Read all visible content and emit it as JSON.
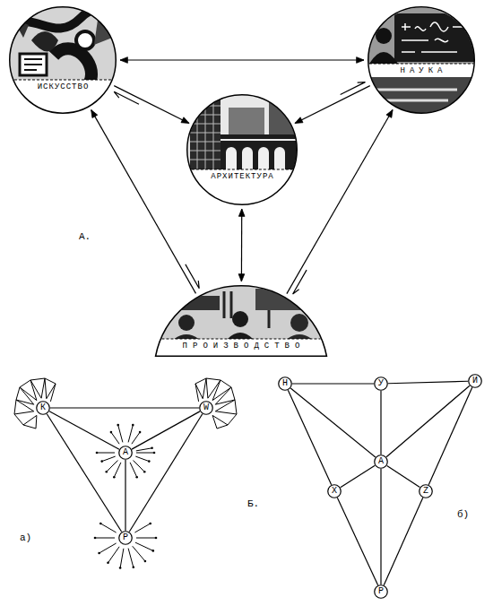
{
  "diagram": {
    "nodes": [
      {
        "text": [
          "ИСКУССТВО"
        ]
      },
      {
        "text": [
          "НАУКА"
        ]
      },
      {
        "text": [
          "АРХИТЕКТУРА"
        ]
      },
      {
        "text": [
          "ПРОИЗВОДСТВО"
        ]
      },
      {
        "text": [
          "К"
        ]
      },
      {
        "text": [
          "W"
        ]
      },
      {
        "text": [
          "А"
        ]
      },
      {
        "text": [
          "Р"
        ]
      },
      {
        "text": [
          "Н"
        ]
      },
      {
        "text": [
          "У"
        ]
      },
      {
        "text": [
          "И"
        ]
      },
      {
        "text": [
          "А"
        ]
      },
      {
        "text": [
          "Х"
        ]
      },
      {
        "text": [
          "Z"
        ]
      },
      {
        "text": [
          "Р"
        ]
      }
    ],
    "edges": [
      {
        "from": 0,
        "to": 1,
        "arrow": "both"
      },
      {
        "from": 0,
        "to": 2,
        "arrow": "both"
      },
      {
        "from": 1,
        "to": 2,
        "arrow": "both"
      },
      {
        "from": 2,
        "to": 3,
        "arrow": "both"
      },
      {
        "from": 3,
        "to": 0,
        "arrow": "both"
      },
      {
        "from": 3,
        "to": 1,
        "arrow": "both"
      },
      {
        "from": 4,
        "to": 5,
        "arrow": "none"
      },
      {
        "from": 4,
        "to": 7,
        "arrow": "none"
      },
      {
        "from": 5,
        "to": 7,
        "arrow": "none"
      },
      {
        "from": 6,
        "to": 4,
        "arrow": "none"
      },
      {
        "from": 6,
        "to": 5,
        "arrow": "none"
      },
      {
        "from": 6,
        "to": 7,
        "arrow": "none"
      },
      {
        "from": 8,
        "to": 9,
        "arrow": "none"
      },
      {
        "from": 9,
        "to": 10,
        "arrow": "none"
      },
      {
        "from": 8,
        "to": 12,
        "arrow": "none"
      },
      {
        "from": 12,
        "to": 14,
        "arrow": "none"
      },
      {
        "from": 10,
        "to": 13,
        "arrow": "none"
      },
      {
        "from": 13,
        "to": 14,
        "arrow": "none"
      },
      {
        "from": 11,
        "to": 8,
        "arrow": "none"
      },
      {
        "from": 11,
        "to": 9,
        "arrow": "none"
      },
      {
        "from": 11,
        "to": 10,
        "arrow": "none"
      },
      {
        "from": 11,
        "to": 12,
        "arrow": "none"
      },
      {
        "from": 11,
        "to": 13,
        "arrow": "none"
      },
      {
        "from": 11,
        "to": 14,
        "arrow": "none"
      }
    ],
    "labels": [
      "А.",
      "а)",
      "Б.",
      "б)"
    ]
  }
}
